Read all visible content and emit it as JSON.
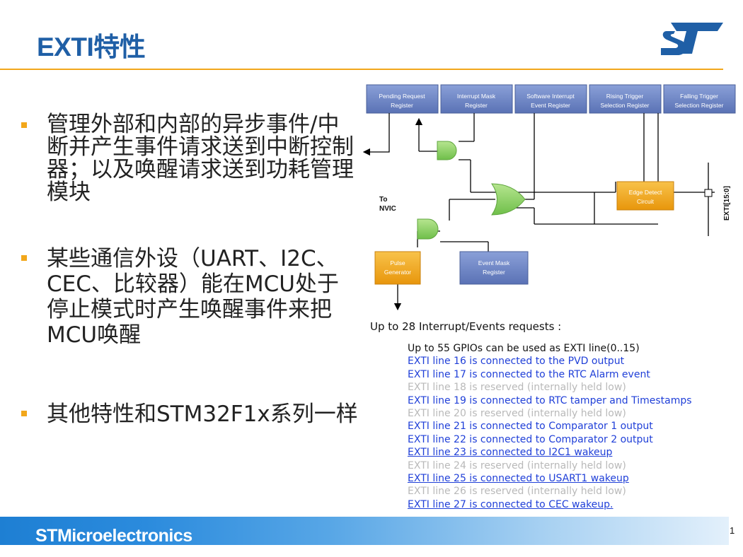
{
  "slide": {
    "title": "EXTI特性",
    "page_number": "1",
    "footer": "STMicroelectronics"
  },
  "bullets": [
    "管理外部和内部的异步事件/中断并产生事件请求送到中断控制器；以及唤醒请求送到功耗管理模块",
    "某些通信外设（UART、I2C、CEC、比较器）能在MCU处于停止模式时产生唤醒事件来把MCU唤醒",
    "其他特性和STM32F1x系列一样"
  ],
  "diagram": {
    "registers": [
      {
        "line1": "Pending Request",
        "line2": "Register"
      },
      {
        "line1": "Interrupt Mask",
        "line2": "Register"
      },
      {
        "line1": "Software Interrupt",
        "line2": "Event Register"
      },
      {
        "line1": "Rising Trigger",
        "line2": "Selection Register"
      },
      {
        "line1": "Falling Trigger",
        "line2": "Selection Register"
      }
    ],
    "edge_detect": {
      "line1": "Edge Detect",
      "line2": "Circuit"
    },
    "pulse_generator": {
      "line1": "Pulse",
      "line2": "Generator"
    },
    "event_mask": {
      "line1": "Event Mask",
      "line2": "Register"
    },
    "to_nvic": {
      "line1": "To",
      "line2": "NVIC"
    },
    "exti_input": "EXTI[15:0]"
  },
  "requests": {
    "heading": "Up to 28 Interrupt/Events requests :",
    "lines": [
      {
        "text": "Up to 55 GPIOs can be used as EXTI line(0..15)",
        "style": "black"
      },
      {
        "text": "EXTI line 16 is connected to the PVD output",
        "style": "blue"
      },
      {
        "text": "EXTI line 17 is connected to the RTC Alarm event",
        "style": "blue"
      },
      {
        "text": "EXTI line 18 is reserved (internally held low)",
        "style": "gray"
      },
      {
        "text": "EXTI line 19 is connected to RTC tamper and Timestamps",
        "style": "blue"
      },
      {
        "text": "EXTI line 20 is reserved (internally held low)",
        "style": "gray"
      },
      {
        "text": "EXTI line 21 is connected to Comparator 1 output",
        "style": "blue"
      },
      {
        "text": "EXTI line 22 is connected to Comparator 2 output",
        "style": "blue"
      },
      {
        "text": "EXTI line 23 is connected to I2C1 wakeup",
        "style": "link"
      },
      {
        "text": "EXTI line 24 is reserved (internally held low)",
        "style": "gray"
      },
      {
        "text": "EXTI line 25 is connected to USART1 wakeup",
        "style": "link"
      },
      {
        "text": "EXTI line 26 is reserved (internally held low)",
        "style": "gray"
      },
      {
        "text": "EXTI line 27 is connected to CEC wakeup.",
        "style": "link"
      }
    ]
  },
  "colors": {
    "title": "#1f5fa6",
    "accent": "#f2a71b",
    "register_box": "#6f86c4",
    "orange_box": "#f3a81c",
    "gate": "#8fd16b"
  }
}
